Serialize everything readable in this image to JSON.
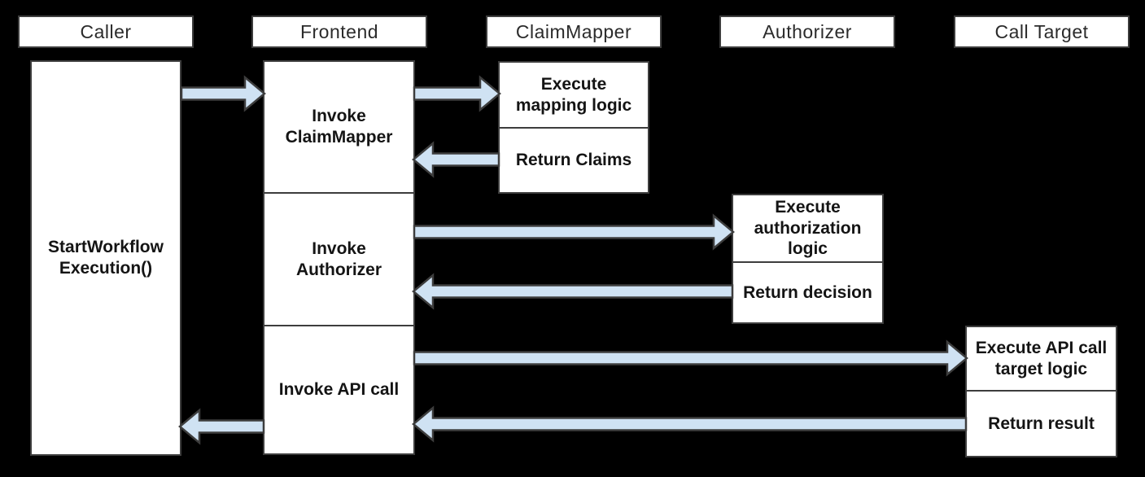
{
  "diagram": {
    "type": "sequence",
    "colors": {
      "background": "#000000",
      "box_fill": "#ffffff",
      "box_border": "#3d3d3d",
      "arrow_fill": "#cfe2f3",
      "arrow_stroke": "#3d3d3d"
    },
    "lifelines": [
      {
        "id": "caller",
        "label": "Caller"
      },
      {
        "id": "frontend",
        "label": "Frontend"
      },
      {
        "id": "claimmapper",
        "label": "ClaimMapper"
      },
      {
        "id": "authorizer",
        "label": "Authorizer"
      },
      {
        "id": "calltarget",
        "label": "Call Target"
      }
    ],
    "activations": {
      "caller": {
        "label": "StartWorkflow\nExecution()"
      },
      "frontend": {
        "sections": [
          {
            "label": "Invoke\nClaimMapper"
          },
          {
            "label": "Invoke\nAuthorizer"
          },
          {
            "label": "Invoke API call"
          }
        ]
      },
      "claimmapper": {
        "sections": [
          {
            "label": "Execute\nmapping logic"
          },
          {
            "label": "Return Claims"
          }
        ]
      },
      "authorizer": {
        "sections": [
          {
            "label": "Execute\nauthorization\nlogic"
          },
          {
            "label": "Return decision"
          }
        ]
      },
      "calltarget": {
        "sections": [
          {
            "label": "Execute API call\ntarget logic"
          },
          {
            "label": "Return result"
          }
        ]
      }
    },
    "messages": [
      {
        "from": "Caller",
        "to": "Frontend",
        "direction": "right"
      },
      {
        "from": "Frontend",
        "to": "ClaimMapper",
        "direction": "right"
      },
      {
        "from": "ClaimMapper",
        "to": "Frontend",
        "direction": "left"
      },
      {
        "from": "Frontend",
        "to": "Authorizer",
        "direction": "right"
      },
      {
        "from": "Authorizer",
        "to": "Frontend",
        "direction": "left"
      },
      {
        "from": "Frontend",
        "to": "Call Target",
        "direction": "right"
      },
      {
        "from": "Call Target",
        "to": "Frontend",
        "direction": "left"
      },
      {
        "from": "Frontend",
        "to": "Caller",
        "direction": "left"
      }
    ]
  }
}
